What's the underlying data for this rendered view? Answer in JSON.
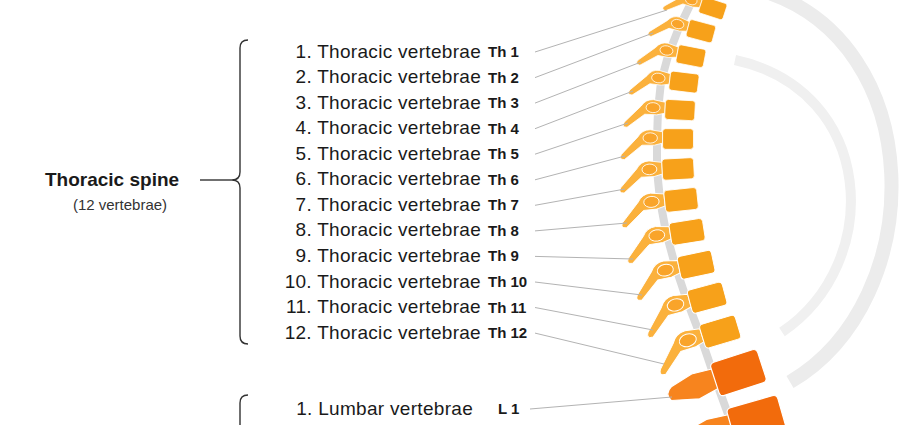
{
  "diagram": {
    "labels": [
      "Thoracic spine",
      "(12 vertebrae)",
      "1. Thoracic vertebrae",
      "Th 1",
      "2. Thoracic vertebrae",
      "Th 2",
      "3. Thoracic vertebrae",
      "Th 3",
      "4. Thoracic vertebrae",
      "Th 4",
      "5. Thoracic vertebrae",
      "Th 5",
      "6. Thoracic vertebrae",
      "Th 6",
      "7. Thoracic vertebrae",
      "Th 7",
      "8. Thoracic vertebrae",
      "Th 8",
      "9. Thoracic vertebrae",
      "Th 9",
      "10. Thoracic vertebrae",
      "Th 10",
      "11. Thoracic vertebrae",
      "Th 11",
      "12. Thoracic vertebrae",
      "Th 12",
      "1. Lumbar vertebrae",
      "L 1"
    ]
  }
}
